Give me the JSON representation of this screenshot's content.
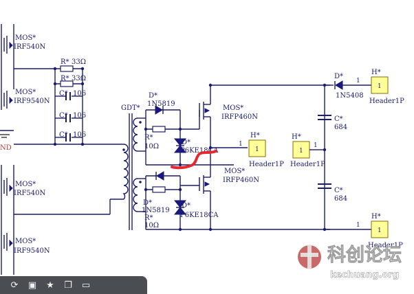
{
  "components": {
    "q_left1": {
      "ref": "MOS*",
      "value": "IRF540N"
    },
    "q_left2": {
      "ref": "MOS*",
      "value": "IRF9540N"
    },
    "q_left3": {
      "ref": "MOS*",
      "value": "IRF540N"
    },
    "q_left4": {
      "ref": "MOS*",
      "value": "IRF9540N"
    },
    "gnd_label": "ND",
    "r_series1": {
      "ref": "R*",
      "value": "33Ω"
    },
    "r_series2": {
      "ref": "R*",
      "value": "33Ω"
    },
    "c_coupling": [
      {
        "ref": "C*",
        "value": "106"
      },
      {
        "ref": "C*",
        "value": "106"
      },
      {
        "ref": "C*",
        "value": "106"
      }
    ],
    "transformer": {
      "ref": "GDT*"
    },
    "d_top": {
      "ref": "D*",
      "value": "1N5819"
    },
    "r_top": {
      "ref": "R*",
      "value": "10Ω"
    },
    "tvs_top": {
      "ref": "D*",
      "value": "P6KE18CA"
    },
    "q_top": {
      "ref": "MOS*",
      "value": "IRFP460N"
    },
    "q_bottom": {
      "ref": "MOS*",
      "value": "IRFP460N"
    },
    "d_bot": {
      "ref": "D*",
      "value": "1N5819"
    },
    "r_bot": {
      "ref": "R*",
      "value": "10Ω"
    },
    "tvs_bot": {
      "ref": "D*",
      "value": "P6KE18CA"
    },
    "d_out": {
      "ref": "D*",
      "value": "1N5408"
    },
    "c_top": {
      "ref": "C*",
      "value": "684"
    },
    "c_bot": {
      "ref": "C*",
      "value": "684"
    },
    "headers": [
      {
        "ref": "H*",
        "value": "Header1P",
        "pin": "1"
      },
      {
        "ref": "H*",
        "value": "Header1P",
        "pin": "1"
      },
      {
        "ref": "H*",
        "value": "Header1P",
        "pin": "1"
      },
      {
        "ref": "H*",
        "value": "Header1P",
        "pin": "1"
      }
    ]
  },
  "annotation_color": "#e4282e",
  "wire_color": "#1a1a6e",
  "toolbar": {
    "icons": [
      "rotate-icon",
      "save-icon",
      "star-icon",
      "copy-icon",
      "more-icon"
    ]
  },
  "watermark": {
    "logo_text": "科创论坛",
    "url": "kechuang.org"
  }
}
